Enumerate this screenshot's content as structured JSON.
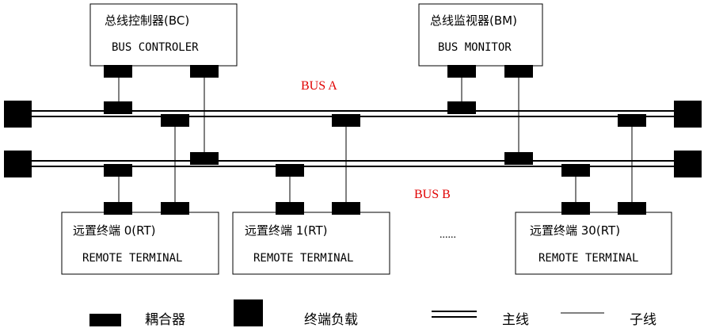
{
  "colors": {
    "bus_label": "#e00000",
    "line": "#000000",
    "block": "#000000",
    "background": "#ffffff"
  },
  "bus_labels": {
    "bus_a": "BUS A",
    "bus_b": "BUS B"
  },
  "controller": {
    "title": "总线控制器(BC)",
    "subtitle": "BUS CONTROLER"
  },
  "monitor": {
    "title": "总线监视器(BM)",
    "subtitle": "BUS MONITOR"
  },
  "terminals": [
    {
      "title": "远置终端 0(RT)",
      "subtitle": "REMOTE TERMINAL"
    },
    {
      "title": "远置终端 1(RT)",
      "subtitle": "REMOTE TERMINAL"
    },
    {
      "title": "远置终端 30(RT)",
      "subtitle": "REMOTE TERMINAL"
    }
  ],
  "ellipsis": "......",
  "legend": {
    "coupler": "耦合器",
    "terminator": "终端负载",
    "main_bus": "主线",
    "stub": "子线"
  }
}
